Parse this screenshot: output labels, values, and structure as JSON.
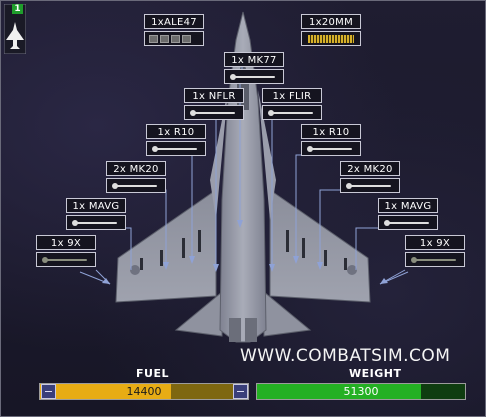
{
  "badge": "1",
  "slots": {
    "ale47": {
      "label": "1xALE47"
    },
    "gun": {
      "label": "1x20MM"
    },
    "center": {
      "label": "1x MK77"
    },
    "nflr": {
      "label": "1x NFLR"
    },
    "flir": {
      "label": "1x FLIR"
    },
    "r10_l": {
      "label": "1x R10"
    },
    "r10_r": {
      "label": "1x R10"
    },
    "mk20_l": {
      "label": "2x MK20"
    },
    "mk20_r": {
      "label": "2x MK20"
    },
    "mavg_l": {
      "label": "1x MAVG"
    },
    "mavg_r": {
      "label": "1x MAVG"
    },
    "x9_l": {
      "label": "1x 9X"
    },
    "x9_r": {
      "label": "1x 9X"
    }
  },
  "watermark": "WWW.COMBATSIM.COM",
  "fuel": {
    "label": "FUEL",
    "value": "14400",
    "fraction": 0.63
  },
  "weight": {
    "label": "WEIGHT",
    "value": "51300",
    "fraction": 0.79
  },
  "colors": {
    "fuel": "#e7ac14",
    "weight": "#24b023",
    "background": "#1d1b2c"
  },
  "icons": {
    "aircraft": "aircraft-icon"
  }
}
